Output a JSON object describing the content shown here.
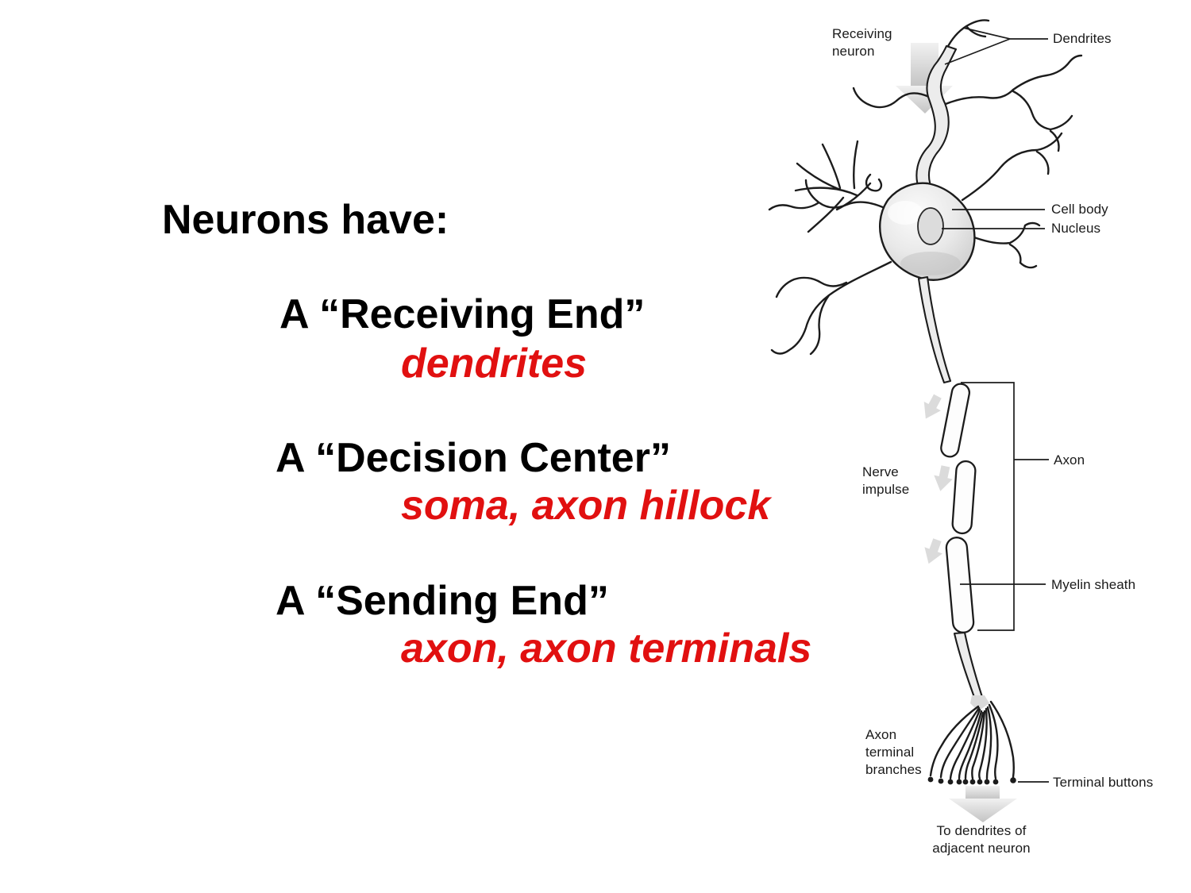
{
  "slide": {
    "title": "Neurons have:",
    "points": [
      {
        "heading": "A “Receiving End”",
        "detail": "dendrites"
      },
      {
        "heading": "A “Decision Center”",
        "detail": "soma, axon hillock"
      },
      {
        "heading": "A “Sending End”",
        "detail": "axon, axon terminals"
      }
    ],
    "heading_color": "#000000",
    "detail_color": "#e11010",
    "background": "#ffffff"
  },
  "diagram": {
    "ink_color": "#1c1c1c",
    "impulse_arrow_color": "#d3d3d3",
    "labels": {
      "receiving_neuron": [
        "Receiving",
        "neuron"
      ],
      "dendrites": "Dendrites",
      "cell_body": "Cell body",
      "nucleus": "Nucleus",
      "nerve_impulse": [
        "Nerve",
        "impulse"
      ],
      "axon": "Axon",
      "myelin_sheath": "Myelin sheath",
      "axon_terminal_branches": [
        "Axon",
        "terminal",
        "branches"
      ],
      "terminal_buttons": "Terminal buttons",
      "to_dendrites": [
        "To dendrites of",
        "adjacent neuron"
      ]
    }
  }
}
